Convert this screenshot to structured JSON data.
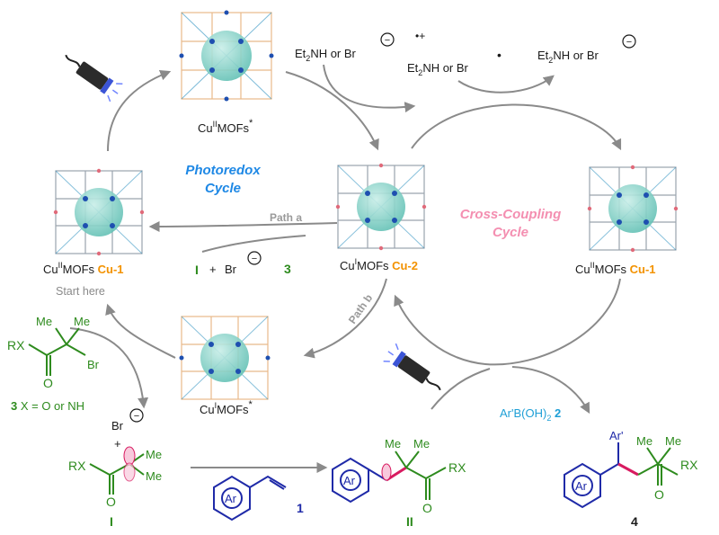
{
  "colors": {
    "black": "#1a1a1a",
    "gray": "#8a8a8a",
    "blue_cycle": "#1e88e5",
    "pink_cycle": "#f48fb1",
    "green": "#2e8b1e",
    "orange": "#f39200",
    "cyan": "#1e9fd6",
    "navy": "#1f2aa8",
    "magenta": "#d81b60",
    "mof_sphere": "#7fd0c6",
    "mof_frame": "#9aa3ad",
    "mof_excited": "#e8b98a"
  },
  "icons": {
    "lamp_top": "led-lamp-icon",
    "lamp_bottom": "led-lamp-icon",
    "mof_structures": "mof-framework-icon"
  },
  "labels": {
    "mof_top_prefix": "Cu",
    "mof_top_sup": "II",
    "mof_top_suffix": "MOFs",
    "mof_top_star": "*",
    "mof_left_prefix": "Cu",
    "mof_left_sup": "II",
    "mof_left_suffix": "MOFs ",
    "mof_left_bold": "Cu-1",
    "mof_center_prefix": "Cu",
    "mof_center_sup": "I",
    "mof_center_suffix": "MOFs ",
    "mof_center_bold": "Cu-2",
    "mof_right_prefix": "Cu",
    "mof_right_sup": "II",
    "mof_right_suffix": "MOFs ",
    "mof_right_bold": "Cu-1",
    "mof_bottom_prefix": "Cu",
    "mof_bottom_sup": "I",
    "mof_bottom_suffix": "MOFs",
    "mof_bottom_star": "*",
    "start_here": "Start here",
    "photoredox_line1": "Photoredox",
    "photoredox_line2": "Cycle",
    "crosscoupling_line1": "Cross-Coupling",
    "crosscoupling_line2": "Cycle",
    "path_a": "Path a",
    "path_b": "Path b",
    "donor_a_et": "Et",
    "donor_a_sub": "2",
    "donor_a_rest": "NH or Br",
    "minus": "−",
    "radical_et": "Et",
    "radical_sub": "2",
    "radical_rest": "NH or Br",
    "radical_cation": "•+",
    "radical_dot": "•",
    "donor_c_et": "Et",
    "donor_c_sub": "2",
    "donor_c_rest": "NH or Br",
    "I_label": "I",
    "plus": "+",
    "br_label": "Br",
    "three_label": "3",
    "reagent3_caption_bold": "3",
    "reagent3_caption_rest": " X = O or NH",
    "br_bottom": "Br",
    "plus_bottom": "+",
    "intermediate_I": "I",
    "intermediate_II": "II",
    "alkene_number": "1",
    "boronic": "Ar'B(OH)",
    "boronic_sub": "2",
    "boronic_number": " 2",
    "product_number": "4",
    "ar": "Ar",
    "ar_prime": "Ar'",
    "rx": "RX",
    "me": "Me",
    "o": "O",
    "br_atom": "Br"
  }
}
